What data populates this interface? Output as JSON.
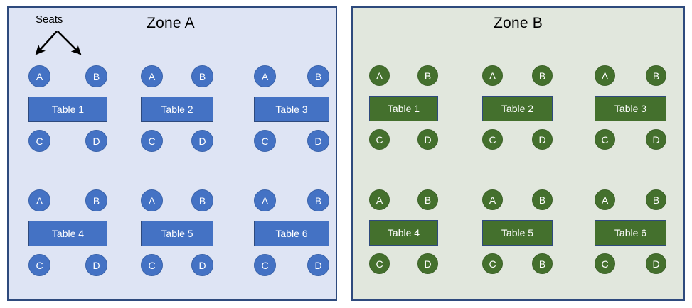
{
  "diagram": {
    "title_zone_a": "Zone A",
    "title_zone_b": "Zone B",
    "annotation_label": "Seats",
    "colors": {
      "zone_a_background": "#dee4f4",
      "zone_a_element": "#4472c4",
      "zone_b_background": "#e1e7dd",
      "zone_b_element": "#44702d",
      "panel_border": "#2e4a7d",
      "label_text": "#ffffff",
      "title_text": "#000000"
    }
  },
  "zones": [
    {
      "id": "zone-a",
      "title": "Zone A",
      "tables": [
        {
          "label": "Table 1",
          "seats": {
            "top_left": "A",
            "top_right": "B",
            "bottom_left": "C",
            "bottom_right": "D"
          }
        },
        {
          "label": "Table 2",
          "seats": {
            "top_left": "A",
            "top_right": "B",
            "bottom_left": "C",
            "bottom_right": "D"
          }
        },
        {
          "label": "Table 3",
          "seats": {
            "top_left": "A",
            "top_right": "B",
            "bottom_left": "C",
            "bottom_right": "D"
          }
        },
        {
          "label": "Table 4",
          "seats": {
            "top_left": "A",
            "top_right": "B",
            "bottom_left": "C",
            "bottom_right": "D"
          }
        },
        {
          "label": "Table 5",
          "seats": {
            "top_left": "A",
            "top_right": "B",
            "bottom_left": "C",
            "bottom_right": "D"
          }
        },
        {
          "label": "Table 6",
          "seats": {
            "top_left": "A",
            "top_right": "B",
            "bottom_left": "C",
            "bottom_right": "D"
          }
        }
      ]
    },
    {
      "id": "zone-b",
      "title": "Zone B",
      "tables": [
        {
          "label": "Table 1",
          "seats": {
            "top_left": "A",
            "top_right": "B",
            "bottom_left": "C",
            "bottom_right": "D"
          }
        },
        {
          "label": "Table 2",
          "seats": {
            "top_left": "A",
            "top_right": "B",
            "bottom_left": "C",
            "bottom_right": "D"
          }
        },
        {
          "label": "Table 3",
          "seats": {
            "top_left": "A",
            "top_right": "B",
            "bottom_left": "C",
            "bottom_right": "D"
          }
        },
        {
          "label": "Table 4",
          "seats": {
            "top_left": "A",
            "top_right": "B",
            "bottom_left": "C",
            "bottom_right": "D"
          }
        },
        {
          "label": "Table 5",
          "seats": {
            "top_left": "A",
            "top_right": "B",
            "bottom_left": "C",
            "bottom_right": "B"
          }
        },
        {
          "label": "Table 6",
          "seats": {
            "top_left": "A",
            "top_right": "B",
            "bottom_left": "C",
            "bottom_right": "D"
          }
        }
      ]
    }
  ]
}
